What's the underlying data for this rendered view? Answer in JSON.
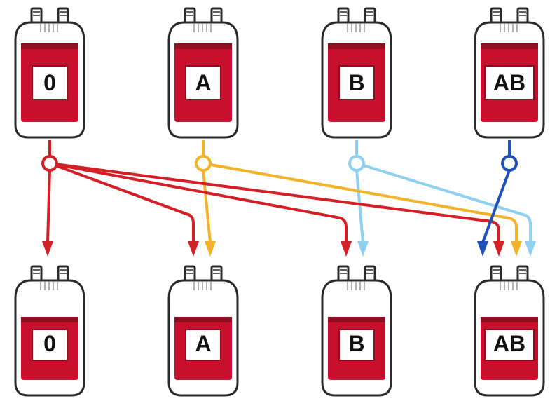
{
  "colors": {
    "blood": "#c8102e",
    "blood_dark": "#8e0d1f",
    "bag_outline": "#2a2a2a",
    "type_0": "#d41f26",
    "type_A": "#f2b22a",
    "type_B": "#8dd0f0",
    "type_AB": "#1f4fb8"
  },
  "donors": [
    {
      "label": "0",
      "color_key": "type_0",
      "icon": "blood-bag-icon"
    },
    {
      "label": "A",
      "color_key": "type_A",
      "icon": "blood-bag-icon"
    },
    {
      "label": "B",
      "color_key": "type_B",
      "icon": "blood-bag-icon"
    },
    {
      "label": "AB",
      "color_key": "type_AB",
      "icon": "blood-bag-icon"
    }
  ],
  "recipients": [
    {
      "label": "0",
      "icon": "blood-bag-icon"
    },
    {
      "label": "A",
      "icon": "blood-bag-icon"
    },
    {
      "label": "B",
      "icon": "blood-bag-icon"
    },
    {
      "label": "AB",
      "icon": "blood-bag-icon"
    }
  ],
  "compatibility": [
    {
      "from": "0",
      "to": [
        "0",
        "A",
        "B",
        "AB"
      ]
    },
    {
      "from": "A",
      "to": [
        "A",
        "AB"
      ]
    },
    {
      "from": "B",
      "to": [
        "B",
        "AB"
      ]
    },
    {
      "from": "AB",
      "to": [
        "AB"
      ]
    }
  ]
}
